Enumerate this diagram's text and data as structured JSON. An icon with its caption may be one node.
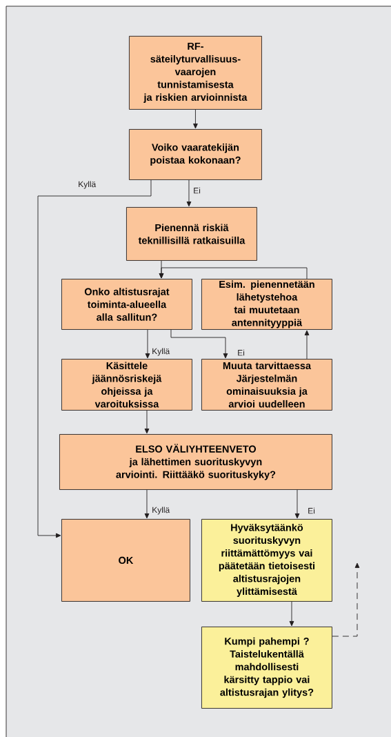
{
  "diagram": {
    "nodes": [
      {
        "text": [
          "RF-säteilyturvallisuus-vaarojen tunnistamisesta ja riskien arvioinnista"
        ]
      },
      {
        "text": [
          "Voiko vaaratekijän poistaa kokonaan?"
        ]
      },
      {
        "text": [
          "Pienennä riskiä teknillisillä ratkaisuilla"
        ]
      },
      {
        "text": [
          "Onko altistusrajat toiminta-alueella alla sallitun?"
        ]
      },
      {
        "text": [
          "Esim. pienennetään lähetystehoa tai muutetaan antennityyppiä"
        ]
      },
      {
        "text": [
          "Käsittele jäännösriskejä ohjeissa ja varoituksissa"
        ]
      },
      {
        "text": [
          "Muuta tarvittaessa Järjestelmän ominaisuuksia ja arvioi uudelleen"
        ]
      },
      {
        "text": [
          "ELSO VÄLIYHTEENVETO",
          "ja lähettimen suorituskyvyn arviointi. Riittääkö suorituskyky?"
        ]
      },
      {
        "text": [
          "OK"
        ]
      },
      {
        "text": [
          "Hyväksytäänkö suorituskyvyn riittämättömyys vai päätetään tietoisesti altistusrajojen ylittämisestä"
        ]
      },
      {
        "text": [
          "Kumpi pahempi ? Taistelukentällä mahdollisesti kärsitty tappio vai altistusrajan ylitys?"
        ]
      }
    ],
    "edges": [
      {
        "from": 0,
        "to": 1,
        "arrow": "to"
      },
      {
        "from": 1,
        "to": 2,
        "arrow": "to",
        "label": "Ei"
      },
      {
        "from": 1,
        "to": 8,
        "arrow": "to",
        "label": "Kyllä"
      },
      {
        "from": 2,
        "to": 3,
        "arrow": "to"
      },
      {
        "from": 3,
        "to": 5,
        "arrow": "to",
        "label": "Kyllä"
      },
      {
        "from": 3,
        "to": 6,
        "arrow": "to",
        "label": "Ei"
      },
      {
        "from": 6,
        "to": 4,
        "arrow": "to"
      },
      {
        "from": 4,
        "to": 3,
        "arrow": "to"
      },
      {
        "from": 5,
        "to": 7,
        "arrow": "to"
      },
      {
        "from": 7,
        "to": 8,
        "arrow": "to",
        "label": "Kyllä"
      },
      {
        "from": 7,
        "to": 9,
        "arrow": "to",
        "label": "Ei"
      },
      {
        "from": 9,
        "to": 10,
        "arrow": "to"
      },
      {
        "from": 10,
        "to": null,
        "arrow": "to",
        "style": "dashed"
      }
    ]
  }
}
